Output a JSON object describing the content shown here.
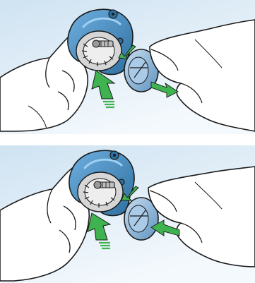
{
  "figure": {
    "panels": [
      {
        "step": "disengage",
        "left_hand_action": "push-up-on-part",
        "right_hand_action": "pull-knob-outward"
      },
      {
        "step": "engage",
        "left_hand_action": "push-up-on-part",
        "right_hand_action": "push-knob-inward"
      }
    ],
    "colors": {
      "background_top": "#cfe3f2",
      "background_bottom": "#ffffff",
      "housing": "#4b95cd",
      "housing_dark": "#2e6f9f",
      "knob": "#9fc6e6",
      "knob_dark": "#5f93bf",
      "hand_fill": "#ffffff",
      "outline": "#1a1a1a",
      "arrow": "#3fb34f",
      "gear_metal": "#cfcfcf"
    },
    "icons": [
      "hand-left-icon",
      "hand-right-icon",
      "arrow-up-icon",
      "arrow-diagonal-icon"
    ]
  }
}
